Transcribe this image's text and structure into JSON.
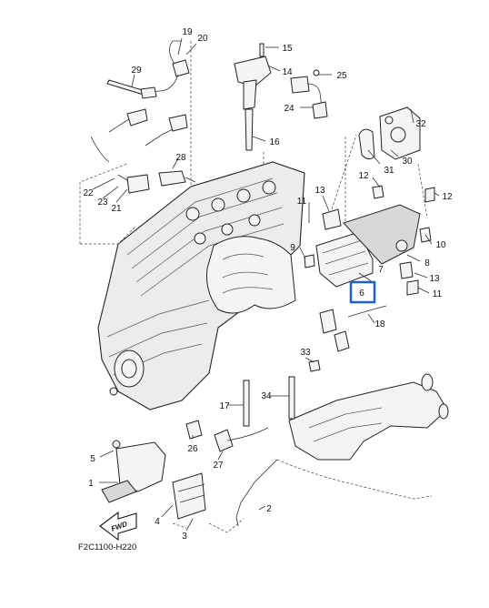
{
  "diagram": {
    "code": "F2C1100-H220",
    "arrow_label": "FWD",
    "highlight_color": "#1f5fd6",
    "highlighted_callout": "6",
    "callouts": [
      "1",
      "2",
      "3",
      "4",
      "5",
      "6",
      "7",
      "8",
      "9",
      "10",
      "11",
      "11",
      "12",
      "12",
      "13",
      "13",
      "14",
      "15",
      "16",
      "17",
      "18",
      "19",
      "20",
      "21",
      "22",
      "23",
      "24",
      "25",
      "26",
      "27",
      "28",
      "29",
      "30",
      "31",
      "32",
      "33",
      "34"
    ]
  }
}
